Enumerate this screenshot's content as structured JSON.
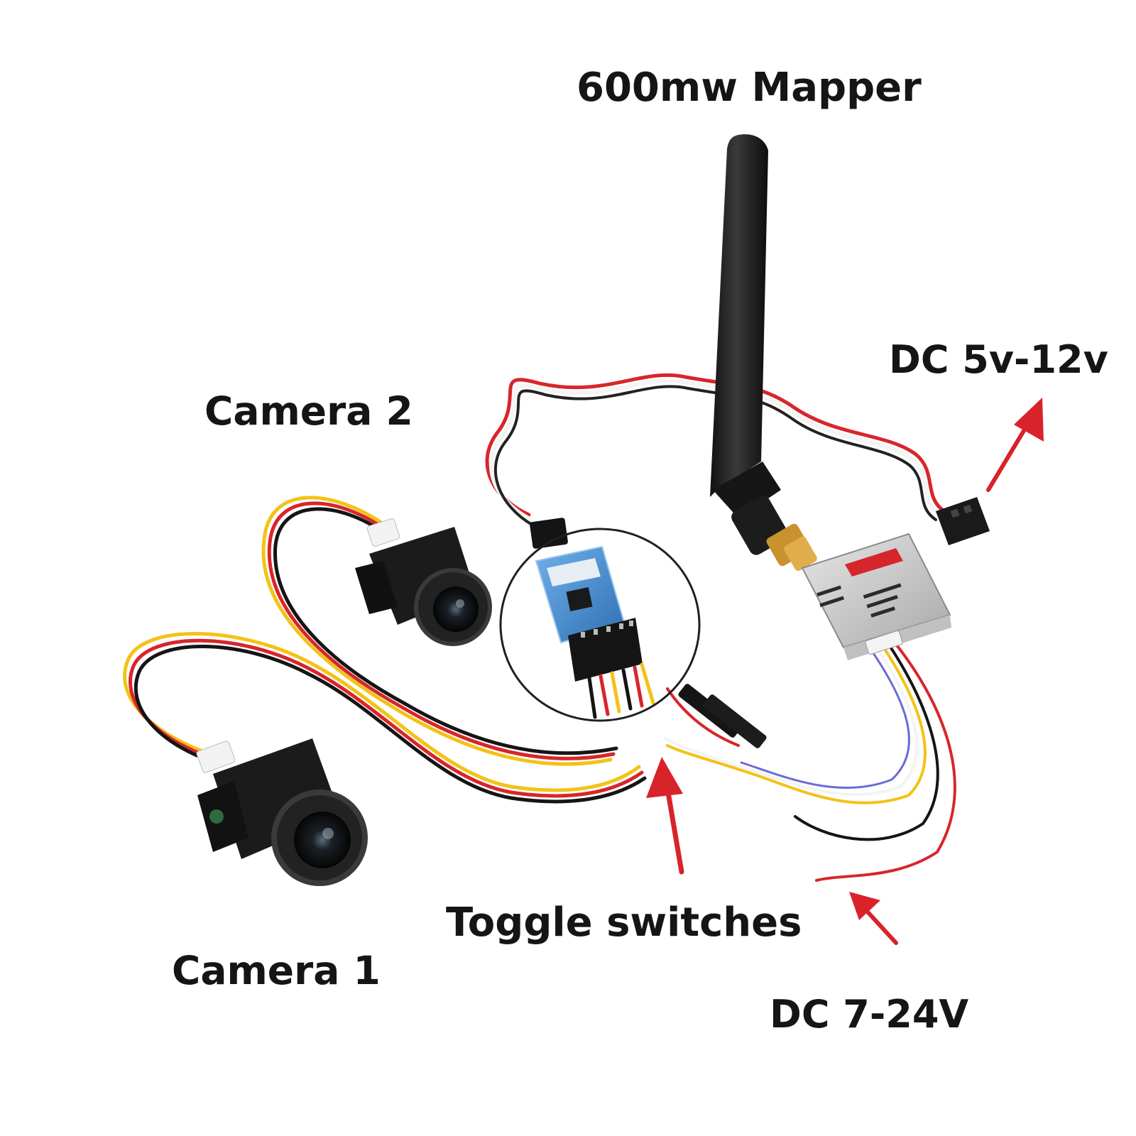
{
  "labels": {
    "mapper": "600mw Mapper",
    "dc_5v_12v": "DC 5v-12v",
    "camera_2": "Camera 2",
    "toggle_switches": "Toggle switches",
    "camera_1": "Camera 1",
    "dc_7_24v": "DC 7-24V"
  },
  "colors": {
    "arrow": "#d8232a",
    "background": "#ffffff",
    "label_text": "#151515"
  }
}
